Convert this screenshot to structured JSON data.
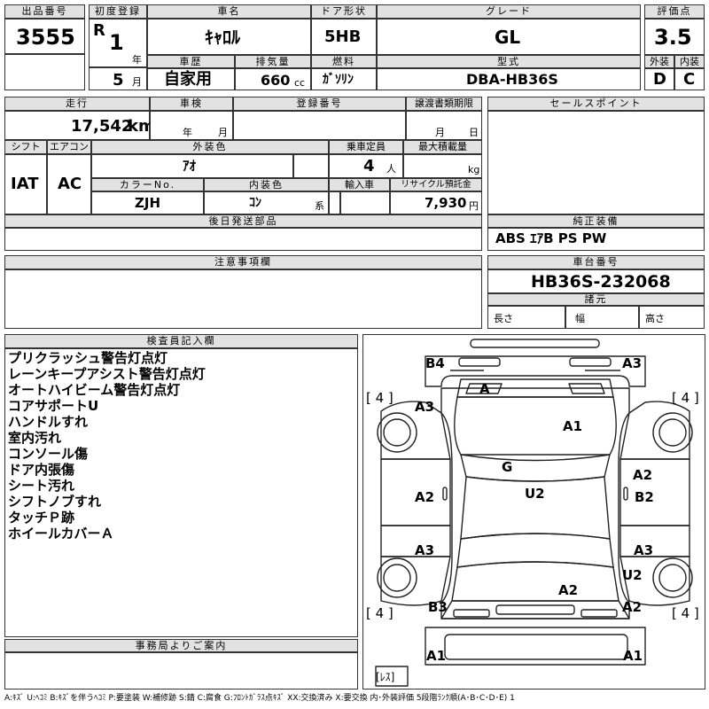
{
  "header": {
    "lot_no_label": "出品番号",
    "lot_no": "3555",
    "first_reg_label": "初度登録",
    "era": "R",
    "year": "1",
    "year_unit": "年",
    "month": "5",
    "month_unit": "月",
    "car_name_label": "車名",
    "car_name": "ｷｬﾛﾙ",
    "door_label": "ドア形状",
    "door": "5HB",
    "grade_label": "グレード",
    "grade": "GL",
    "score_label": "評価点",
    "score": "3.5",
    "history_label": "車歴",
    "history": "自家用",
    "displacement_label": "排気量",
    "displacement": "660",
    "displacement_unit": "cc",
    "fuel_label": "燃料",
    "fuel": "ｶﾞｿﾘﾝ",
    "model_label": "型式",
    "model": "DBA-HB36S",
    "ext_label": "外装",
    "ext_grade": "D",
    "int_label": "内装",
    "int_grade": "C"
  },
  "row2": {
    "mileage_label": "走行",
    "mileage": "17,542",
    "mileage_unit": "km",
    "inspection_label": "車検",
    "inspection_year_unit": "年",
    "inspection_month_unit": "月",
    "reg_no_label": "登録番号",
    "transfer_label": "譲渡書類期限",
    "transfer_month_unit": "月",
    "transfer_day_unit": "日",
    "sales_label": "セールスポイント"
  },
  "row3": {
    "shift_label": "シフト",
    "shift": "IAT",
    "ac_label": "エアコン",
    "ac": "AC",
    "color_label": "外装色",
    "color": "ｱｵ",
    "capacity_label": "乗車定員",
    "capacity": "4",
    "capacity_unit": "人",
    "load_label": "最大積載量",
    "load_unit": "kg",
    "color_no_label": "カラーNo.",
    "color_no": "ZJH",
    "int_color_label": "内装色",
    "int_color": "ｺﾝ",
    "int_color_unit": "系",
    "import_label": "輸入車",
    "recycle_label": "リサイクル預託金",
    "recycle": "7,930",
    "recycle_unit": "円"
  },
  "later_parts_label": "後日発送部品",
  "genuine": {
    "label": "純正装備",
    "value": "ABS ｴｱB PS PW"
  },
  "notes_label": "注意事項欄",
  "chassis": {
    "label": "車台番号",
    "value": "HB36S-232068",
    "spec_label": "諸元",
    "length_label": "長さ",
    "width_label": "幅",
    "height_label": "高さ"
  },
  "inspector": {
    "label": "検査員記入欄",
    "lines": [
      "プリクラッシュ警告灯点灯",
      "レーンキープアシスト警告灯点灯",
      "オートハイビーム警告灯点灯",
      "コアサポートU",
      "ハンドルすれ",
      "室内汚れ",
      "コンソール傷",
      "ドア内張傷",
      "シート汚れ",
      "シフトノブすれ",
      "タッチＰ跡",
      "ホイールカバーＡ"
    ]
  },
  "office_label": "事務局よりご案内",
  "diagram": {
    "marks": {
      "b4": "B4",
      "a3_rear_r": "A3",
      "a_roof": "A",
      "a3_rear_l": "A3",
      "a1_roof": "A1",
      "g_glass": "G",
      "u2_hood": "U2",
      "a2_side_r": "A2",
      "b2_side_r": "B2",
      "a2_side_l": "A2",
      "a3_mid_l": "A3",
      "a3_mid_r": "A3",
      "a2_bumper": "A2",
      "u2_front_r": "U2",
      "b3_front_l": "B3",
      "a2_front_r": "A2",
      "a1_bottom_l": "A1",
      "a1_bottom_r": "A1"
    },
    "tires": {
      "rl": "[ 4 ]",
      "rr": "[ 4 ]",
      "fl": "[ 4 ]",
      "fr": "[ 4 ]"
    },
    "spare": "[ﾚｽ]"
  },
  "legend": "A:ｷｽﾞ U:ﾍｺﾐ B:ｷｽﾞを伴うﾍｺﾐ P:要塗装 W:補修跡 S:錆 C:腐食 G:ﾌﾛﾝﾄｶﾞﾗｽ点ｷｽﾞ XX:交換済み X:要交換 内･外装評価 5段階ﾗﾝｸ順(A･B･C･D･E) 1"
}
